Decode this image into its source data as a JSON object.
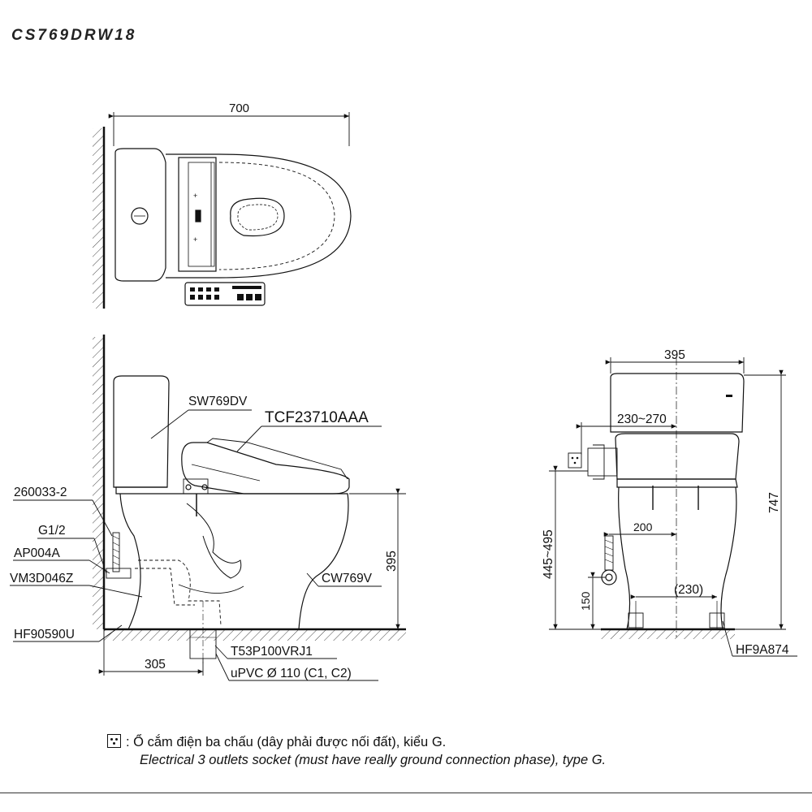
{
  "title": "CS769DRW18",
  "top_view": {
    "width_dim": "700"
  },
  "side_view": {
    "labels": {
      "seat": "SW769DV",
      "washlet": "TCF23710AAA",
      "p1": "260033-2",
      "p2": "G1/2",
      "p3": "AP004A",
      "p4": "VM3D046Z",
      "p5": "HF90590U",
      "bowl": "CW769V",
      "outlet": "T53P100VRJ1",
      "pipe": "uPVC Ø 110 (C1, C2)"
    },
    "dims": {
      "height": "395",
      "rough_in": "305"
    }
  },
  "front_view": {
    "dims": {
      "width": "395",
      "offset": "230~270",
      "outlet_height": "445~495",
      "total_height": "747",
      "supply_offset": "200",
      "bolt_spacing": "(230)",
      "supply_height": "150"
    },
    "part": "HF9A874"
  },
  "note": {
    "vi": ": Ổ cắm điện ba chấu (dây phải được nối đất), kiểu G.",
    "en": "Electrical 3 outlets socket (must have really ground connection phase), type G."
  }
}
